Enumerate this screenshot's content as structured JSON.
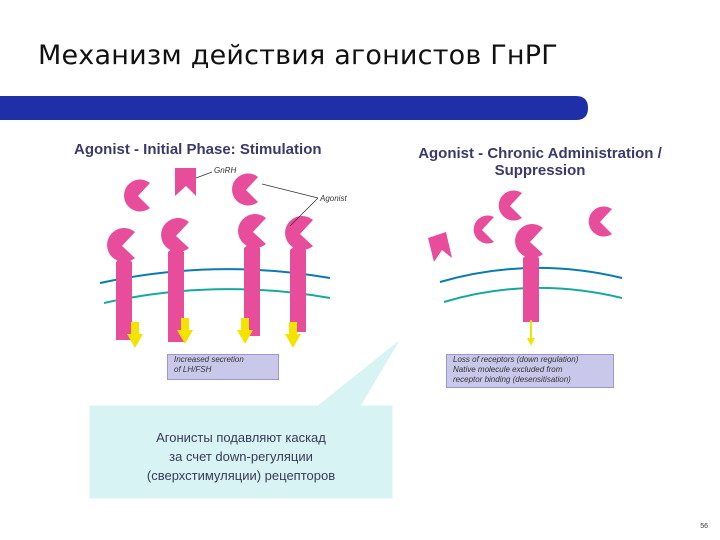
{
  "slide": {
    "title": "Механизм действия агонистов ГнРГ",
    "page_number": "56"
  },
  "left_panel": {
    "title": "Agonist - Initial Phase: Stimulation",
    "gnrh_label": "GnRH",
    "agonist_label": "Agonist",
    "result_lines": [
      "Increased secretion",
      "of LH/FSH"
    ]
  },
  "right_panel": {
    "title_line1": "Agonist - Chronic Administration /",
    "title_line2": "Suppression",
    "result_lines": [
      "Loss of receptors (down regulation)",
      "Native molecule excluded from",
      "receptor binding (desensitisation)"
    ]
  },
  "callout": {
    "lines": [
      "Агонисты подавляют каскад",
      "за счет down-регуляции",
      "(сверхстимуляции) рецепторов"
    ]
  },
  "colors": {
    "title_bar": "#1f2fa8",
    "receptor_pink": "#e84d9b",
    "membrane_blue": "#0a7bb0",
    "membrane_teal": "#18a8a0",
    "arrow_yellow": "#f3e400",
    "callout_fill": "#d8f3f3",
    "result_box": "#c9c8ea"
  }
}
